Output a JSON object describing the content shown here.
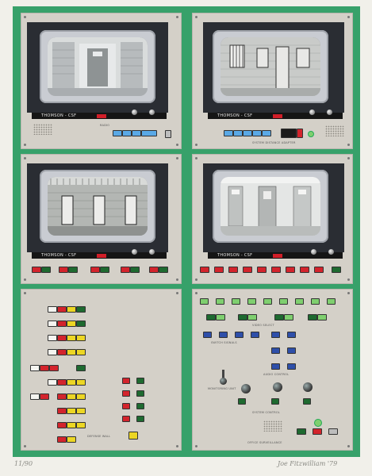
{
  "monitors": [
    {
      "brand": "THOMSON - CSF",
      "panel_label": "RADIO"
    },
    {
      "brand": "THOMSON - CSF",
      "panel_label": "SYSTEM DISTANCE ADAPTER"
    },
    {
      "brand": "THOMSON - CSF",
      "panel_label": ""
    },
    {
      "brand": "THOMSON - CSF",
      "panel_label": ""
    }
  ],
  "lower_left": {
    "label": "DEFENSE WALL"
  },
  "lower_right": {
    "labels": [
      "VIDEO SELECT",
      "SWITCH SIGNALS",
      "AUDIO CONTROL",
      "MONITORING UNIT",
      "SYSTEM CONTROL"
    ],
    "footer": "OFFICE SURVEILLANCE"
  },
  "colors": {
    "frame": "#37a16a",
    "panel": "#d4d0c8",
    "accent_red": "#d3242c",
    "accent_blue": "#2e4fa9"
  },
  "edition": "11/90",
  "signature": "Joe Fitzwilliam '79"
}
